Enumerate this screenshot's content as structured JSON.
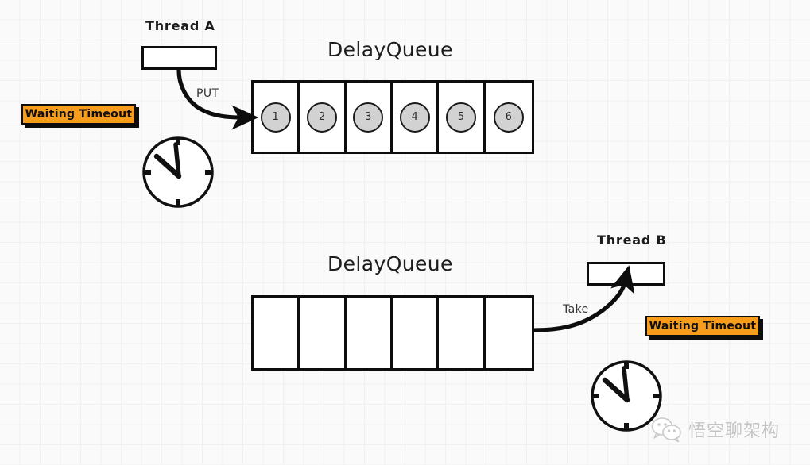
{
  "diagram": {
    "background_color": "#fafafa",
    "grid_color": "#f0f0f0",
    "accent_color": "#f89c1c",
    "stroke_color": "#0d0d0d",
    "token_fill": "#d2d2d2"
  },
  "top_section": {
    "thread_label": "Thread A",
    "queue_title": "DelayQueue",
    "arrow_label": "PUT",
    "badge_label": "Waiting Timeout",
    "queue_cells": [
      {
        "token": "1"
      },
      {
        "token": "2"
      },
      {
        "token": "3"
      },
      {
        "token": "4"
      },
      {
        "token": "5"
      },
      {
        "token": "6"
      }
    ]
  },
  "bottom_section": {
    "thread_label": "Thread B",
    "queue_title": "DelayQueue",
    "arrow_label": "Take",
    "badge_label": "Waiting Timeout",
    "queue_cells": [
      {
        "token": ""
      },
      {
        "token": ""
      },
      {
        "token": ""
      },
      {
        "token": ""
      },
      {
        "token": ""
      },
      {
        "token": ""
      }
    ]
  },
  "watermark": {
    "text": "悟空聊架构",
    "color": "#c4c4c4"
  }
}
